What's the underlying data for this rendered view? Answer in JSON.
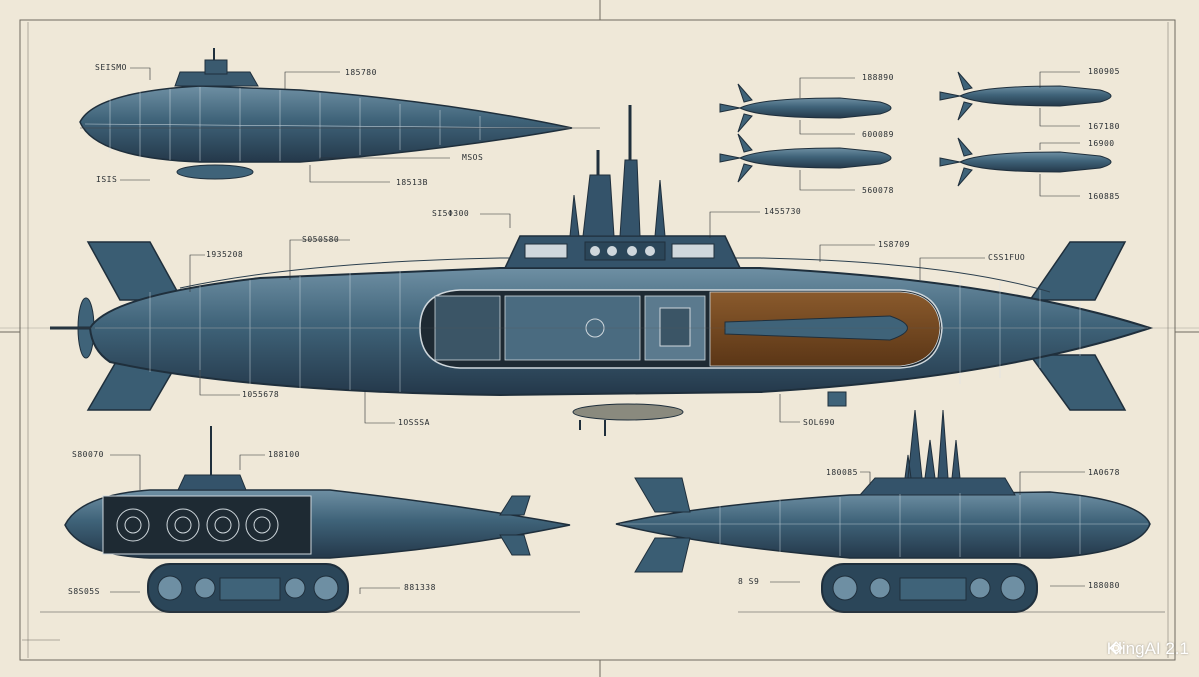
{
  "palette": {
    "paper": "#efe8d8",
    "hull": "#3f6379",
    "hull_dark": "#2b4659",
    "hull_light": "#6e8fa3",
    "wood": "#7a4a22",
    "line": "#2a2f33",
    "white_line": "#d8e2e8"
  },
  "labels": {
    "top_left": [
      "SEISMO",
      "185780",
      "MSOS",
      "18513B",
      "ISIS"
    ],
    "main": [
      "SI5Φ300",
      "S050S80",
      "1935208",
      "1455730",
      "1S8709",
      "CSS1FUO",
      "1055678",
      "1OSSSA",
      "SOL690"
    ],
    "torpedoes": [
      "188890",
      "600089",
      "560078",
      "180905",
      "167180",
      "16900",
      "160885"
    ],
    "bottom_left": [
      "S80070",
      "188100",
      "S8S05S",
      "881338"
    ],
    "bottom_right": [
      "180085",
      "1A0678",
      "8 S9",
      "188080"
    ]
  },
  "watermark": {
    "text": "KlingAI 2.1",
    "icon": "kling-logo-icon"
  }
}
